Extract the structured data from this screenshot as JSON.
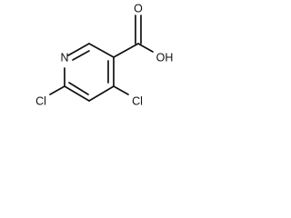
{
  "atoms": {
    "nitrogen": "N",
    "carbonyl_oxygen": "O",
    "hydroxyl": "OH",
    "chlorine_left": "Cl",
    "chlorine_right": "Cl"
  },
  "colors": {
    "ink": "#111111",
    "background": "#ffffff"
  }
}
